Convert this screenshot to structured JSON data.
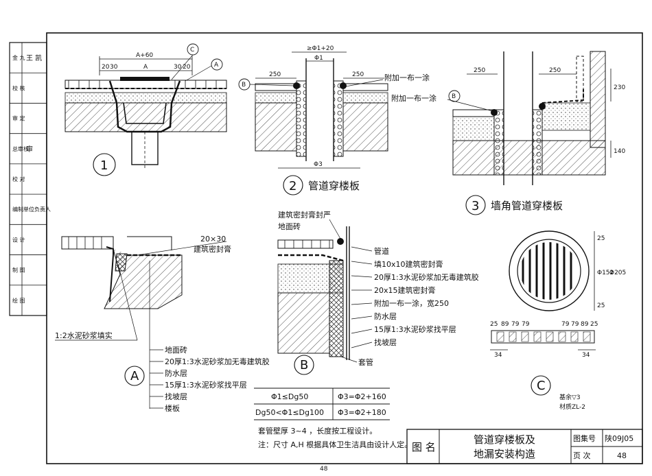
{
  "side_block": {
    "rows": [
      "金 九",
      "校 核",
      "审 定",
      "总审核",
      "校 对",
      "编制单位负责人",
      "设 计",
      "制 图",
      "绘 图"
    ],
    "signatures": [
      "王 凯",
      "",
      "",
      "审",
      "",
      "",
      "",
      "",
      ""
    ]
  },
  "detail1": {
    "number": "1",
    "dims": [
      "A+60",
      "20",
      "30",
      "A",
      "30",
      "20"
    ],
    "callouts": [
      "C",
      "A"
    ]
  },
  "detail2": {
    "number": "2",
    "title": "管道穿楼板",
    "dims": [
      "≥Φ1+20",
      "Φ1",
      "250",
      "250",
      "Φ3"
    ],
    "callout_b": "B",
    "note": "附加一布一涂"
  },
  "detail3": {
    "number": "3",
    "title": "墙角管道穿楼板",
    "dims": [
      "250",
      "250",
      "230",
      "140"
    ],
    "note": "附加一布一涂",
    "callout_b": "B"
  },
  "detailA": {
    "letter": "A",
    "top_note": "20×30",
    "top_note2": "建筑密封膏",
    "left_note": "1:2水泥砂浆填实",
    "layers": [
      "地面砖",
      "20厚1:3水泥砂浆加无毒建筑胶",
      "防水层",
      "15厚1:3水泥砂浆找平层",
      "找坡层",
      "楼板"
    ]
  },
  "detailB": {
    "letter": "B",
    "top_labels": [
      "建筑密封膏封严",
      "地面砖"
    ],
    "right_labels": [
      "管道",
      "填10x10建筑密封膏",
      "20厚1:3水泥砂浆加无毒建筑胶",
      "20x15建筑密封膏",
      "附加一布一涂，宽250",
      "防水层",
      "15厚1:3水泥砂浆找平层",
      "找坡层"
    ],
    "bottom_label": "套管"
  },
  "detailC": {
    "letter": "C",
    "dims": [
      "25",
      "Φ152",
      "Φ205",
      "25"
    ],
    "bottom_dims": [
      "25",
      "89",
      "79",
      "79",
      "79",
      "79",
      "89",
      "25",
      "34",
      "34"
    ],
    "material1": "基余▽3",
    "material2": "材质ZL-2"
  },
  "pipe_table": {
    "rows": [
      [
        "Φ1≤Dg50",
        "Φ3=Φ2+160"
      ],
      [
        "Dg50<Φ1≤Dg100",
        "Φ3=Φ2+180"
      ]
    ]
  },
  "notes": [
    "套管壁厚 3~4 ，长度按工程设计。",
    "注：尺寸 A,H 根据具体卫生洁具由设计人定。"
  ],
  "title_block": {
    "label_drawing": "图 名",
    "drawing_title_1": "管道穿楼板及",
    "drawing_title_2": "地漏安装构造",
    "label_atlas": "图集号",
    "atlas_no": "陕09J05",
    "label_page": "页 次",
    "page_no": "48"
  },
  "page_number": "48"
}
